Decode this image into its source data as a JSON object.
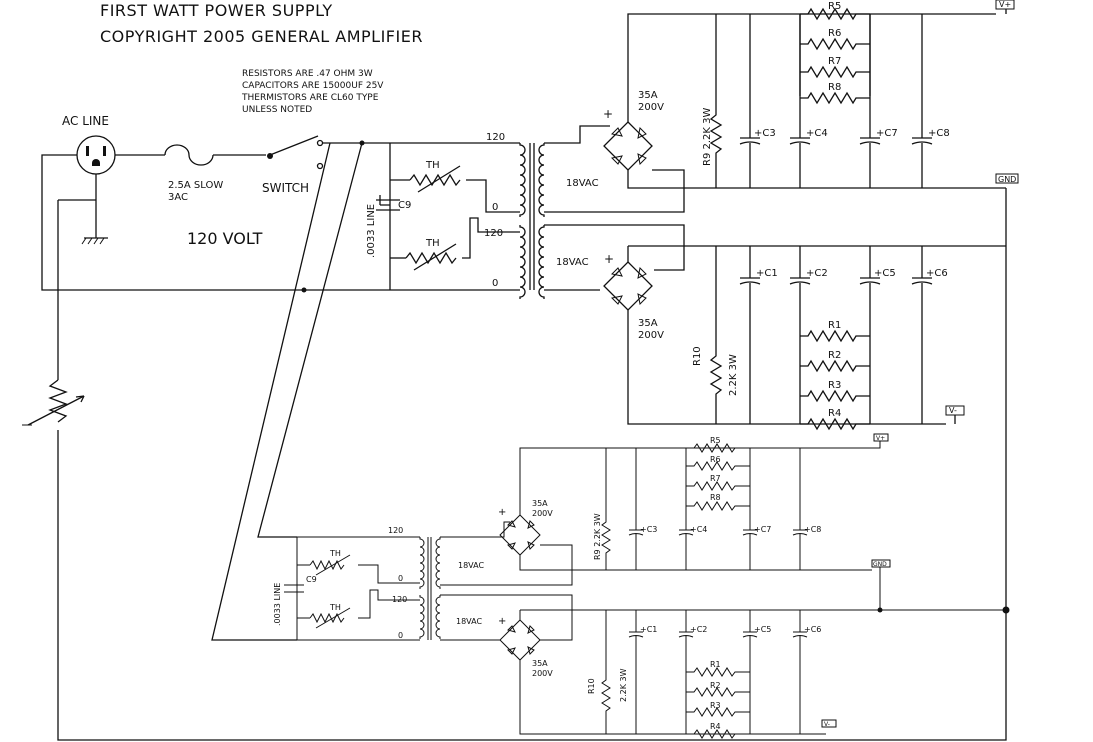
{
  "title": {
    "line1": "FIRST WATT POWER SUPPLY",
    "line2": "COPYRIGHT 2005  GENERAL AMPLIFIER"
  },
  "notes": [
    "RESISTORS ARE .47 OHM 3W",
    "CAPACITORS ARE 15000UF 25V",
    "THERMISTORS ARE CL60 TYPE",
    "UNLESS NOTED"
  ],
  "input": {
    "ac_line": "AC LINE",
    "fuse": "2.5A SLOW",
    "fuse_type": "3AC",
    "switch": "SWITCH",
    "voltage": "120 VOLT"
  },
  "transformer_top": {
    "primary_120": "120",
    "primary_0a": "0",
    "primary_120b": "120",
    "primary_0b": "0",
    "thermistor1": "TH",
    "thermistor2": "TH",
    "cap": "C9",
    "cap_value": ".0033 LINE",
    "sec1": "18VAC",
    "sec2": "18VAC"
  },
  "positive_rail_top": {
    "bridge_rating": "35A",
    "bridge_voltage": "200V",
    "bleeder": "R9 2.2K 3W",
    "caps": [
      "C3",
      "C4",
      "C7",
      "C8"
    ],
    "resistors": [
      "R5",
      "R6",
      "R7",
      "R8"
    ],
    "output": "V+",
    "ground": "GND"
  },
  "negative_rail_top": {
    "bridge_rating": "35A",
    "bridge_voltage": "200V",
    "bleeder_name": "R10",
    "bleeder_value": "2.2K 3W",
    "caps": [
      "C1",
      "C2",
      "C5",
      "C6"
    ],
    "resistors": [
      "R1",
      "R2",
      "R3",
      "R4"
    ],
    "output": "V-"
  },
  "transformer_bottom": {
    "primary_120": "120",
    "primary_0a": "0",
    "primary_120b": "120",
    "primary_0b": "0",
    "thermistor1": "TH",
    "thermistor2": "TH",
    "cap": "C9",
    "cap_value": ".0033 LINE",
    "sec1": "18VAC",
    "sec2": "18VAC"
  },
  "positive_rail_bottom": {
    "bridge_rating": "35A",
    "bridge_voltage": "200V",
    "bleeder": "R9 2.2K 3W",
    "caps": [
      "C3",
      "C4",
      "C7",
      "C8"
    ],
    "resistors": [
      "R5",
      "R6",
      "R7",
      "R8"
    ],
    "output": "V+",
    "ground": "GND"
  },
  "negative_rail_bottom": {
    "bridge_rating": "35A",
    "bridge_voltage": "200V",
    "bleeder_name": "R10",
    "bleeder_value": "2.2K 3W",
    "caps": [
      "C1",
      "C2",
      "C5",
      "C6"
    ],
    "resistors": [
      "R1",
      "R2",
      "R3",
      "R4"
    ],
    "output": "V-"
  }
}
